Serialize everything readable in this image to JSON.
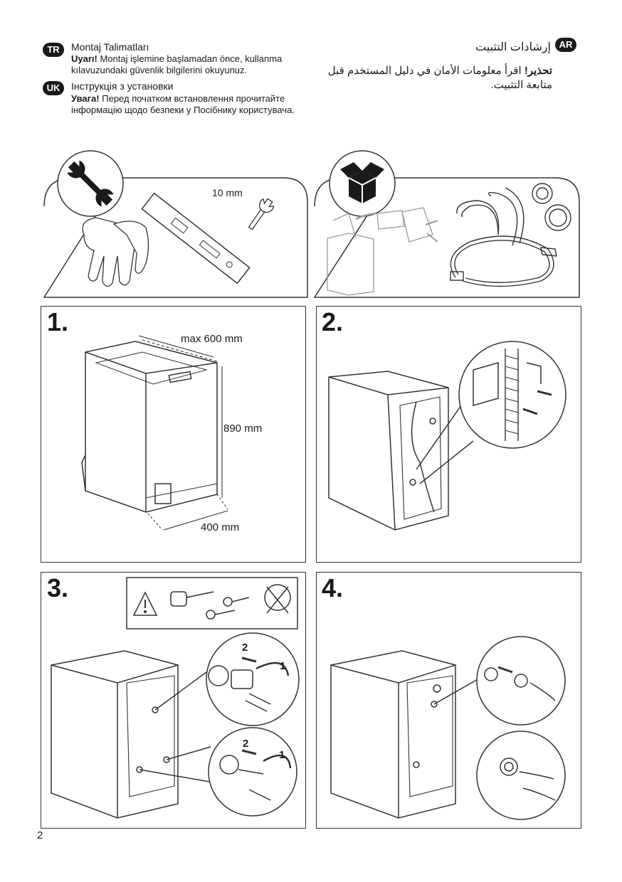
{
  "header": {
    "tr": {
      "code": "TR",
      "title": "Montaj Talimatları",
      "warning_label": "Uyarı!",
      "warning_text": "Montaj işlemine başlamadan önce, kullanma kılavuzundaki güvenlik bilgilerini okuyunuz."
    },
    "uk": {
      "code": "UK",
      "title": "Інструкція з установки",
      "warning_label": "Увага!",
      "warning_text": "Перед початком встановлення прочитайте інформацію щодо безпеки у Посібнику користувача."
    },
    "ar": {
      "code": "AR",
      "title": "إرشادات التثبيت",
      "warning_label": "تحذير!",
      "warning_text": "اقرأ معلومات الأمان في دليل المستخدم قبل متابعة التثبيت."
    }
  },
  "tools_panel": {
    "wrench_size": "10 mm"
  },
  "steps": [
    {
      "number": "1.",
      "dims": {
        "depth": "max 600 mm",
        "height": "890 mm",
        "width": "400 mm"
      }
    },
    {
      "number": "2."
    },
    {
      "number": "3.",
      "callout_labels": [
        "2",
        "1",
        "2",
        "1"
      ]
    },
    {
      "number": "4."
    }
  ],
  "page_number": "2",
  "colors": {
    "ink": "#1a1a1a",
    "line": "#333333",
    "grey": "#9a9a9a"
  }
}
